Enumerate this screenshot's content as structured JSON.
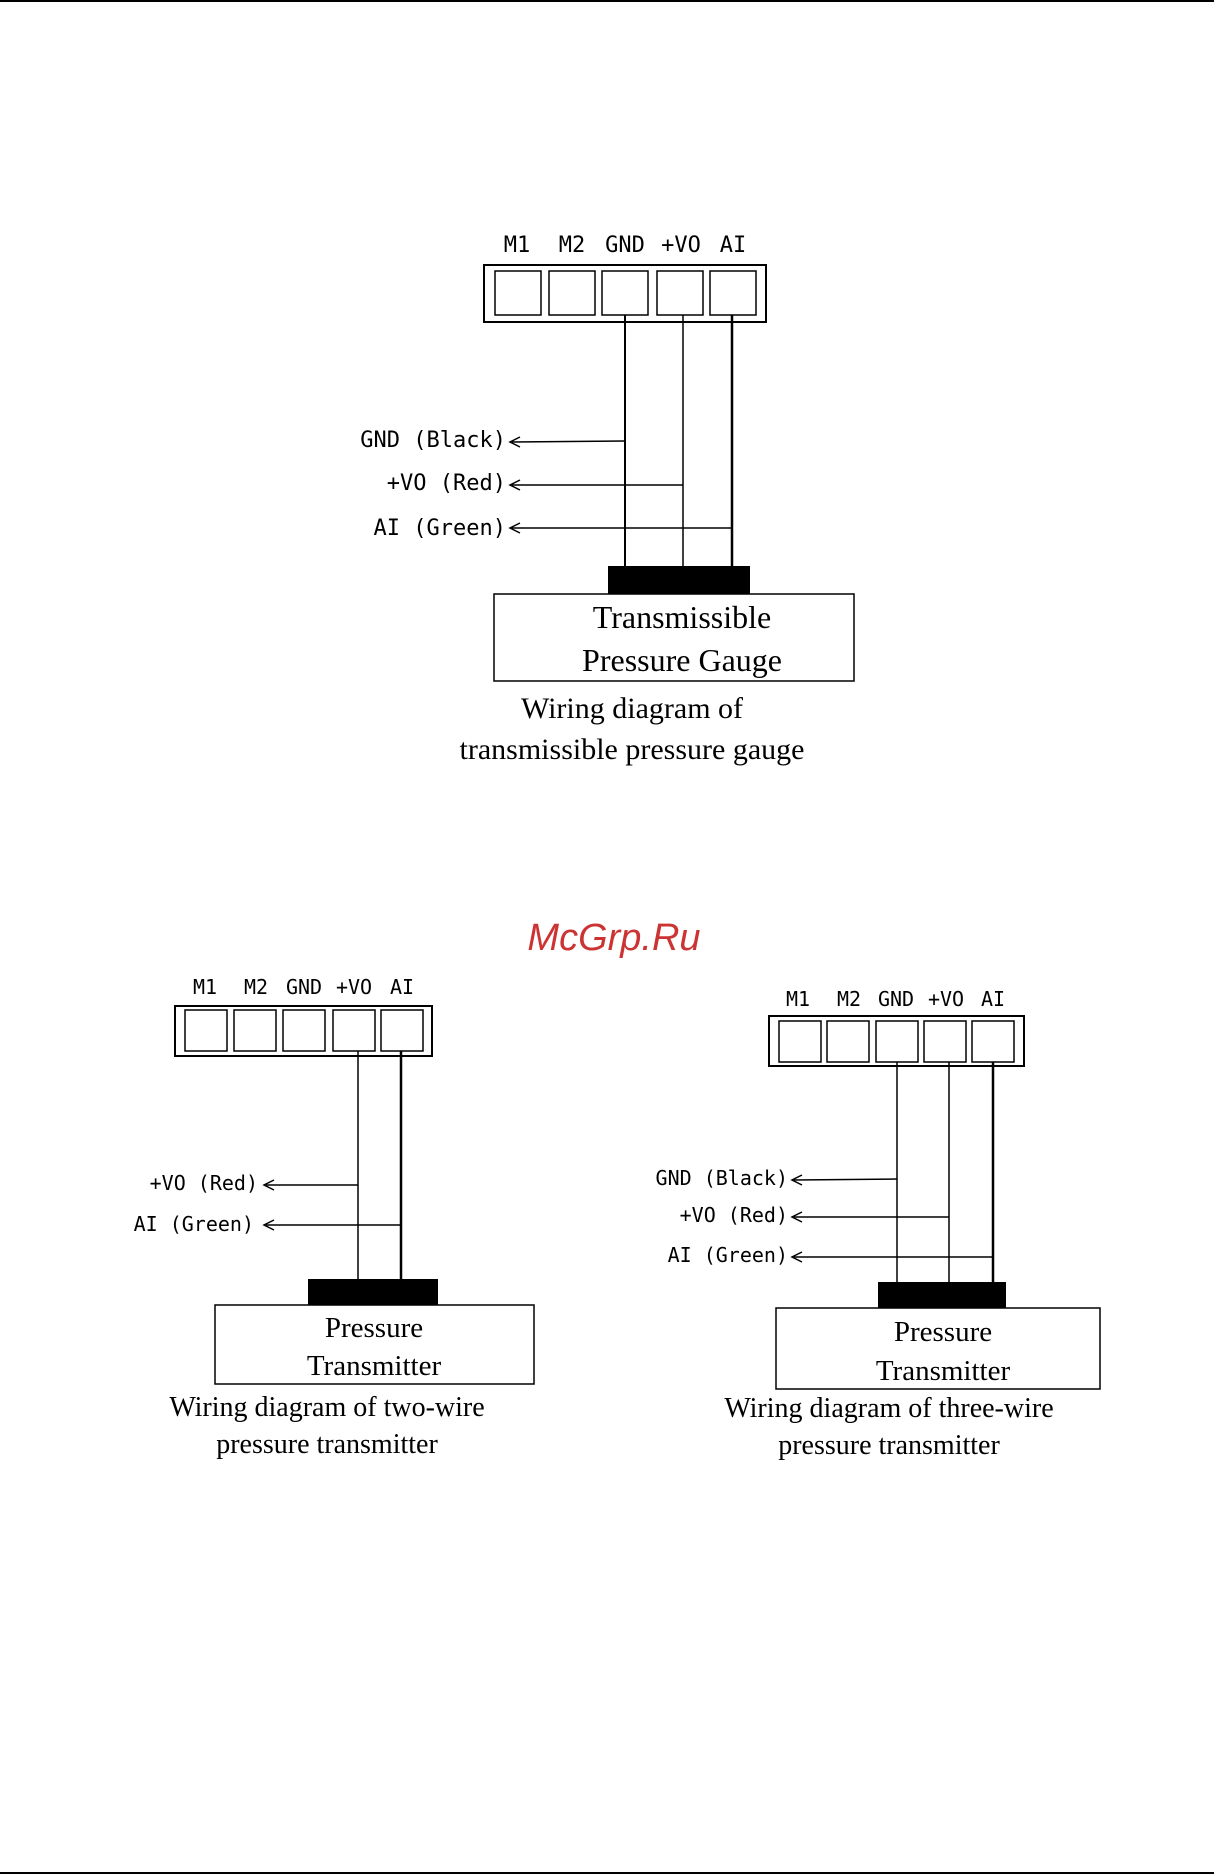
{
  "colors": {
    "line": "#000000",
    "background": "#ffffff",
    "watermark": "#cc3333"
  },
  "watermark": "McGrp.Ru",
  "diagram1": {
    "terminals": [
      "M1",
      "M2",
      "GND",
      "+VO",
      "AI"
    ],
    "wires": [
      "GND (Black)",
      "+VO (Red)",
      "AI (Green)"
    ],
    "device": [
      "Transmissible",
      "Pressure Gauge"
    ],
    "caption": [
      "Wiring diagram of",
      "transmissible pressure gauge"
    ]
  },
  "diagram2": {
    "terminals": [
      "M1",
      "M2",
      "GND",
      "+VO",
      "AI"
    ],
    "wires": [
      "+VO (Red)",
      "AI (Green)"
    ],
    "device": [
      "Pressure",
      "Transmitter"
    ],
    "caption": [
      "Wiring diagram of two-wire",
      "pressure transmitter"
    ]
  },
  "diagram3": {
    "terminals": [
      "M1",
      "M2",
      "GND",
      "+VO",
      "AI"
    ],
    "wires": [
      "GND (Black)",
      "+VO (Red)",
      "AI (Green)"
    ],
    "device": [
      "Pressure",
      "Transmitter"
    ],
    "caption": [
      "Wiring diagram of three-wire",
      "pressure transmitter"
    ]
  }
}
